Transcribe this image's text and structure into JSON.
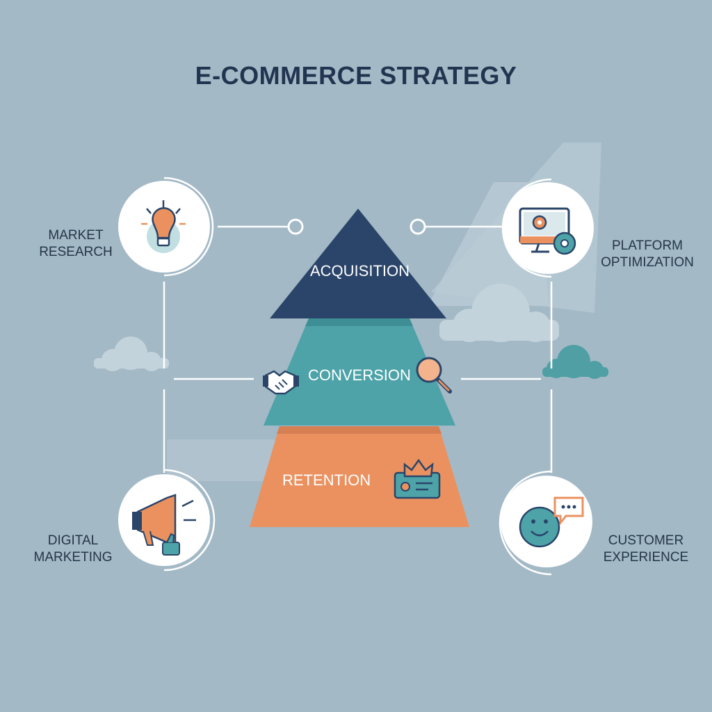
{
  "title": "E-COMMERCE STRATEGY",
  "pyramid": {
    "top": {
      "label": "ACQUISITION",
      "color": "#2a4569"
    },
    "middle": {
      "label": "CONVERSION",
      "color": "#4da3a8"
    },
    "bottom": {
      "label": "RETENTION",
      "color": "#ea915f"
    }
  },
  "nodes": {
    "market_research": {
      "line1": "MARKET",
      "line2": "RESEARCH",
      "icon": "lightbulb-icon"
    },
    "platform_optimization": {
      "line1": "PLATFORM",
      "line2": "OPTIMIZATION",
      "icon": "monitor-gear-icon"
    },
    "digital_marketing": {
      "line1": "DIGITAL",
      "line2": "MARKETING",
      "icon": "megaphone-icon"
    },
    "customer_experience": {
      "line1": "CUSTOMER",
      "line2": "EXPERIENCE",
      "icon": "smiley-chat-icon"
    }
  },
  "colors": {
    "background": "#a3b9c6",
    "navy": "#2a4569",
    "teal": "#4da3a8",
    "orange": "#ea915f",
    "text": "#243548"
  }
}
